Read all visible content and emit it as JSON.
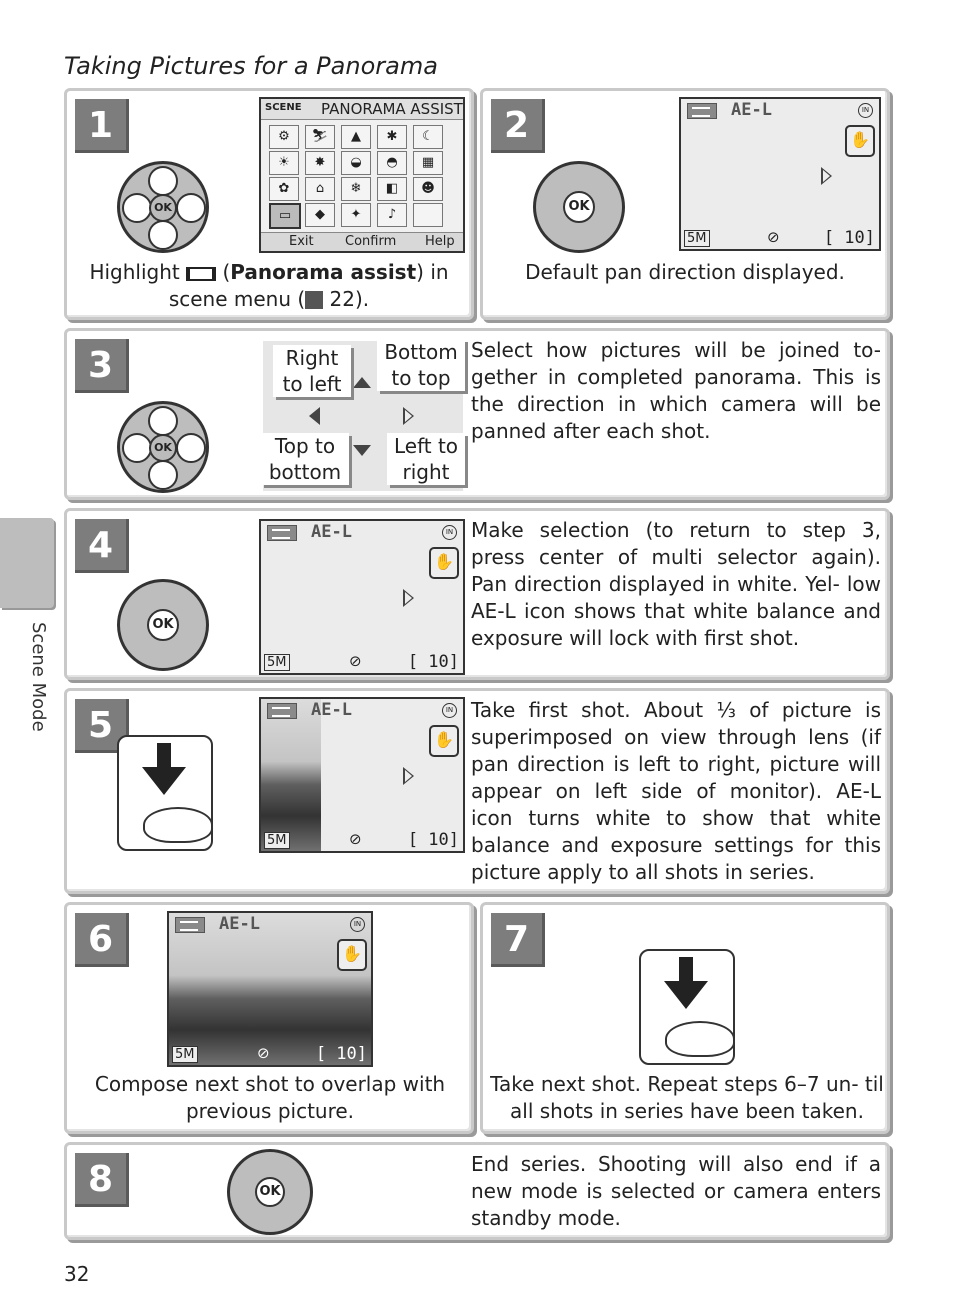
{
  "page_title": "Taking Pictures for a Panorama",
  "side_tab": "Scene Mode",
  "page_number": "32",
  "steps": {
    "s1": {
      "num": "1",
      "caption_a": "Highlight",
      "caption_b": "Panorama assist",
      "caption_c": ") in",
      "caption_d": "scene menu (",
      "caption_e": "22).",
      "menu_title": "PANORAMA ASSIST",
      "menu_scene": "SCENE",
      "menu_exit": "Exit",
      "menu_confirm": "Confirm",
      "menu_help": "Help"
    },
    "s2": {
      "num": "2",
      "caption": "Default pan direction displayed."
    },
    "s3": {
      "num": "3",
      "text": "Select how pictures will be joined to- gether in completed panorama. This is the direction in which camera will be panned after each shot.",
      "callout_rl": "Right to left",
      "callout_bt": "Bottom to top",
      "callout_tb": "Top to bottom",
      "callout_lr": "Left to right"
    },
    "s4": {
      "num": "4",
      "text": "Make selection (to return to step 3, press center of multi selector again). Pan direction displayed in white. Yel- low AE-L icon shows that white balance and exposure will lock with first shot."
    },
    "s5": {
      "num": "5",
      "text": "Take first shot. About ⅓ of picture is superimposed on view through lens (if pan direction is left to right, picture will appear on left side of monitor). AE-L icon turns white to show that white balance and exposure settings for this picture apply to all shots in series."
    },
    "s6": {
      "num": "6",
      "caption": "Compose next shot to overlap with previous picture."
    },
    "s7": {
      "num": "7",
      "caption": "Take next shot. Repeat steps 6–7 un- til all shots in series have been taken."
    },
    "s8": {
      "num": "8",
      "text": "End series. Shooting will also end if a new mode is selected or camera enters standby mode."
    }
  },
  "screen": {
    "ael": "AE-L",
    "mp": "5M",
    "count": "[ 10]",
    "ok": "OK"
  }
}
